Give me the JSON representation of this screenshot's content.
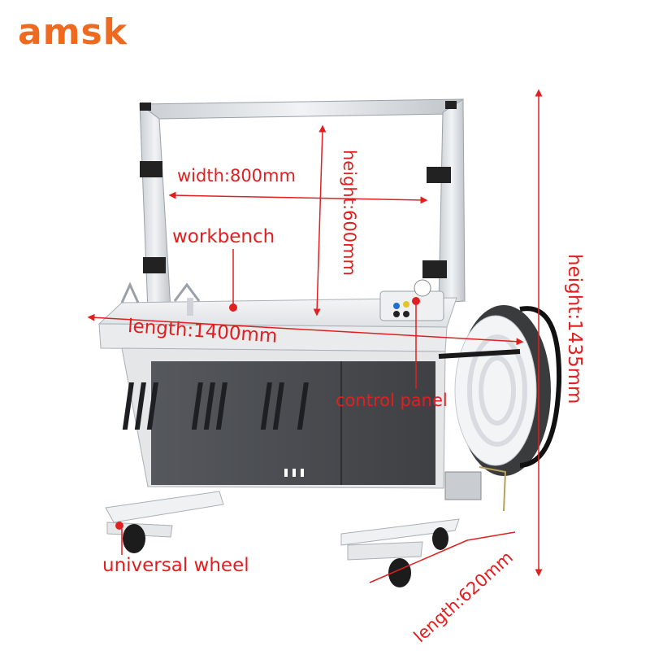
{
  "brand": {
    "logo_text": "amsk",
    "color": "#ef6a21"
  },
  "labels": {
    "width": "width:800mm",
    "inner_height": "height:600mm",
    "workbench": "workbench",
    "length_1400": "length:1400mm",
    "control_panel": "control panel",
    "overall_height": "height:1435mm",
    "universal_wheel": "universal wheel",
    "length_620": "length:620mm"
  },
  "colors": {
    "annotation": "#e02020",
    "frame": "#d9dde0",
    "cabinet": "#4a4c50"
  }
}
